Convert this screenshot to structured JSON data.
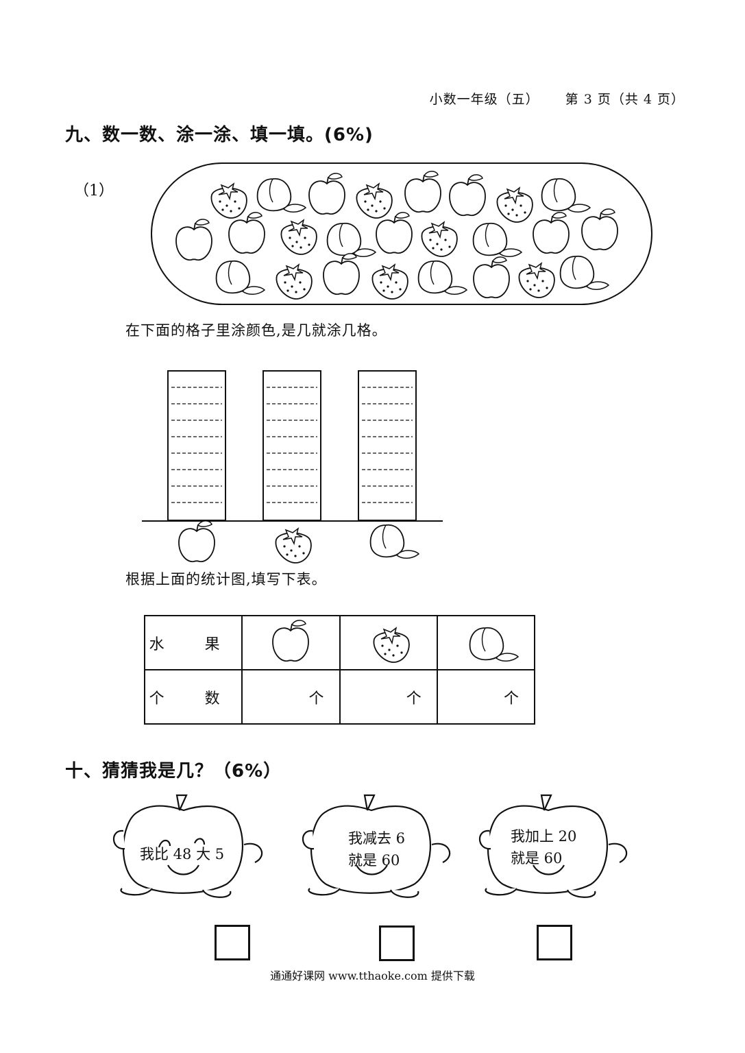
{
  "header": {
    "grade": "小数一年级（五）",
    "page": "第 3 页（共 4 页）"
  },
  "section9": {
    "title": "九、数一数、涂一涂、填一填。(6%)",
    "item_label": "（1）",
    "instruction": "在下面的格子里涂颜色,是几就涂几格。",
    "table_instruction": "根据上面的统计图,填写下表。",
    "table": {
      "row1_header": "水 果",
      "row2_header": "个 数",
      "fruits": [
        "apple-icon",
        "strawberry-icon",
        "peach-icon"
      ],
      "unit": "个"
    }
  },
  "section10": {
    "title": "十、猜猜我是几？（6%）",
    "puzzles": [
      {
        "line1": "我比 48 大 5",
        "line2": ""
      },
      {
        "line1": "我减去 6",
        "line2": "就是 60"
      },
      {
        "line1": "我加上 20",
        "line2": "就是 60"
      }
    ]
  },
  "footer": "通通好课网 www.tthaoke.com 提供下载"
}
